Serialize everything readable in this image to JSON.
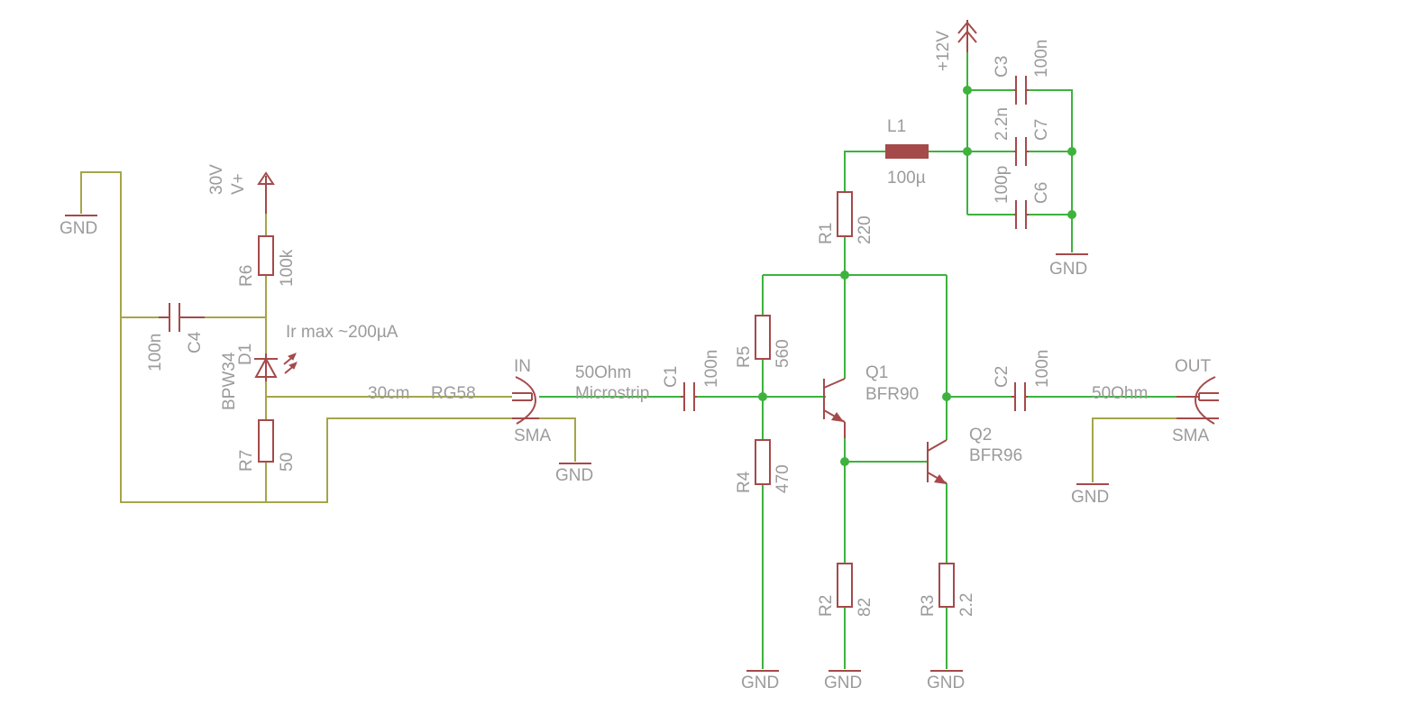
{
  "components": {
    "r1": {
      "name": "R1",
      "value": "220"
    },
    "r2": {
      "name": "R2",
      "value": "82"
    },
    "r3": {
      "name": "R3",
      "value": "2.2"
    },
    "r4": {
      "name": "R4",
      "value": "470"
    },
    "r5": {
      "name": "R5",
      "value": "560"
    },
    "r6": {
      "name": "R6",
      "value": "100k"
    },
    "r7": {
      "name": "R7",
      "value": "50"
    },
    "c1": {
      "name": "C1",
      "value": "100n"
    },
    "c2": {
      "name": "C2",
      "value": "100n"
    },
    "c3": {
      "name": "C3",
      "value": "100n"
    },
    "c4": {
      "name": "C4",
      "value": "100n"
    },
    "c6": {
      "name": "C6",
      "value": "100p"
    },
    "c7": {
      "name": "C7",
      "value": "2.2n"
    },
    "l1": {
      "name": "L1",
      "value": "100µ"
    },
    "q1": {
      "name": "Q1",
      "value": "BFR90"
    },
    "q2": {
      "name": "Q2",
      "value": "BFR96"
    },
    "d1": {
      "name": "D1",
      "value": "BPW34"
    },
    "in": {
      "name": "IN",
      "value": "SMA"
    },
    "out": {
      "name": "OUT",
      "value": "SMA"
    }
  },
  "supplies": {
    "gnd": "GND",
    "vplus": {
      "name": "V+",
      "value": "30V"
    },
    "v12": "+12V"
  },
  "annotations": {
    "diode_current": "Ir max ~200µA",
    "coax_length": "30cm",
    "coax_type": "RG58",
    "in_impedance": "50Ohm",
    "in_line": "Microstrip",
    "out_impedance": "50Ohm"
  },
  "colors": {
    "net": "#3db33d",
    "coax_net": "#a5a54a",
    "component": "#a54a4a",
    "label": "#9b9b9b",
    "background": "#ffffff"
  }
}
